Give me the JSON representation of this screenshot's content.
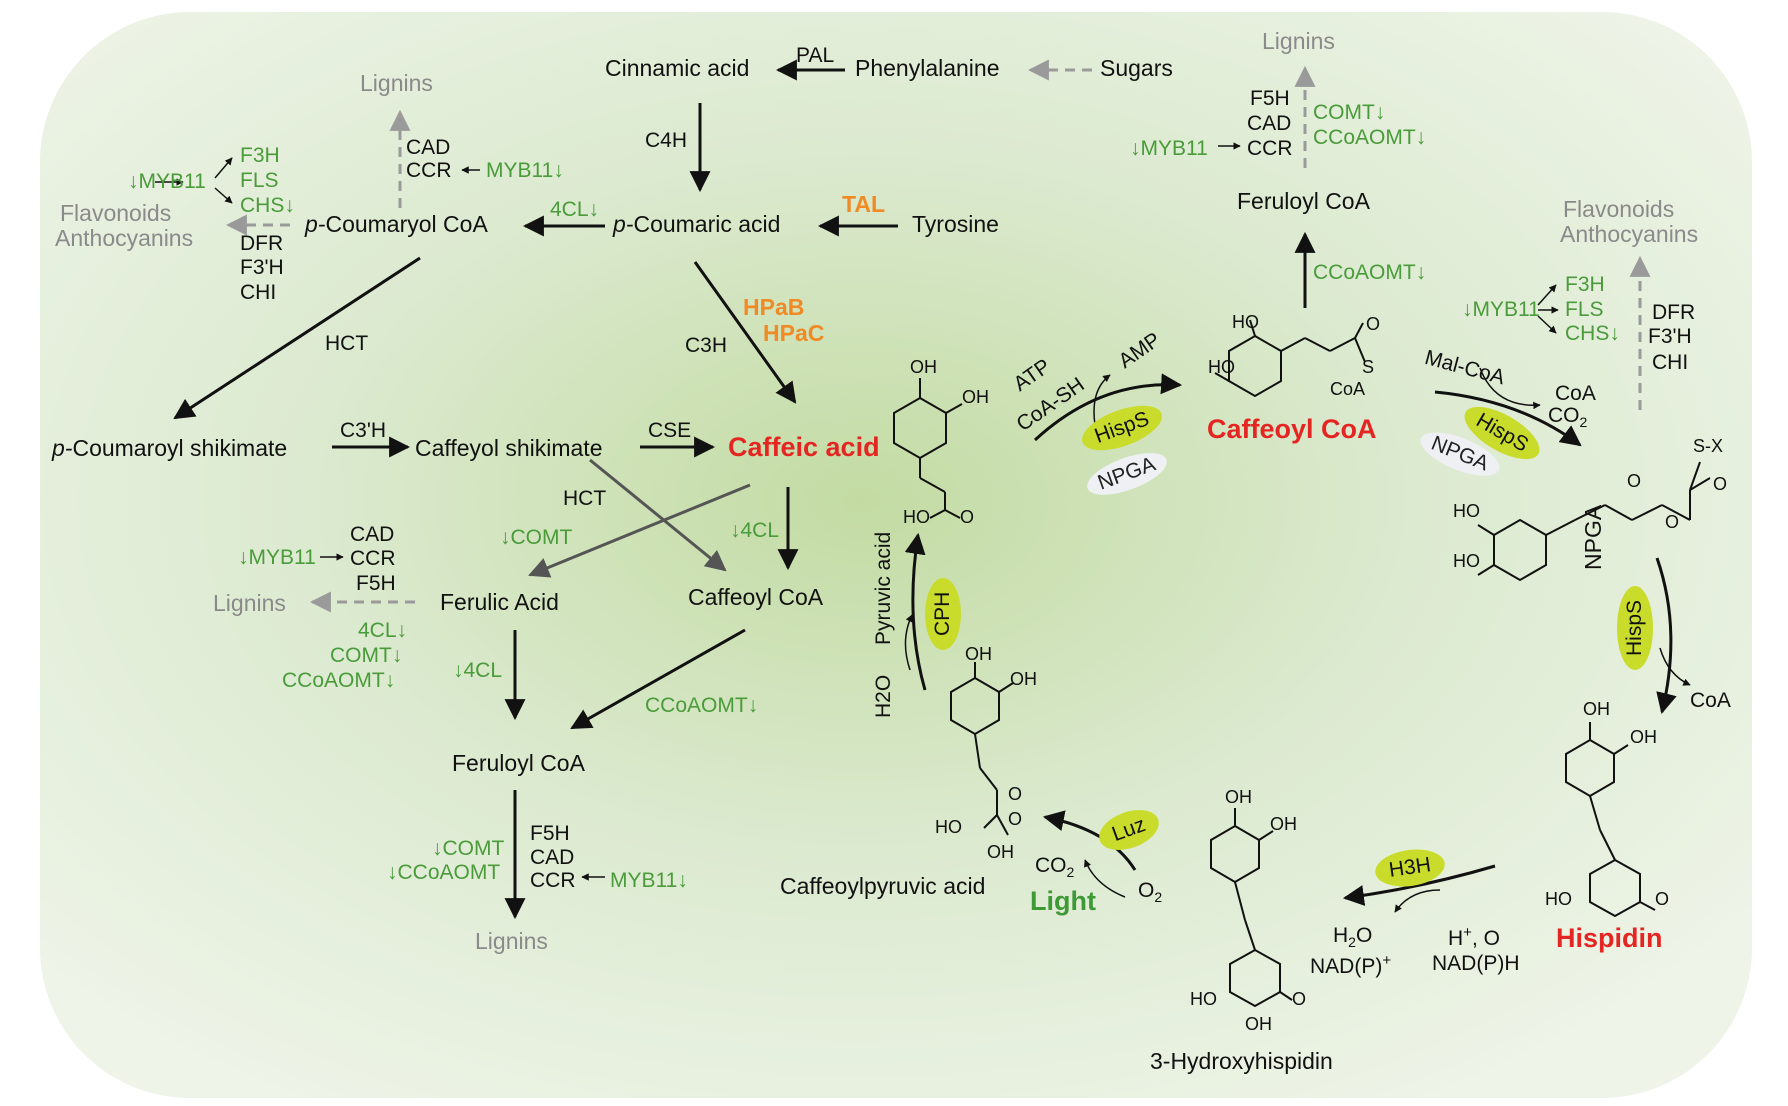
{
  "colors": {
    "accent_green": "#4a9b3a",
    "highlight_red": "#e52521",
    "enzyme_orange": "#f08a24",
    "enzyme_bubble": "#c9dc2c",
    "gray_text": "#8a8a8a",
    "bg_green": "#dbe9c9"
  },
  "nodes": {
    "cinnamic": "Cinnamic acid",
    "phenylalanine": "Phenylalanine",
    "sugars": "Sugars",
    "coumaric_p": "p-",
    "coumaric_rest": "Coumaric acid",
    "tyrosine": "Tyrosine",
    "coumaryl_p": "p-",
    "coumaryl_rest": "Coumaryol CoA",
    "coumaroyl_shik_p": "p-",
    "coumaroyl_shik_rest": "Coumaroyl shikimate",
    "caffeyol_shik": "Caffeyol shikimate",
    "caffeic": "Caffeic acid",
    "ferulic": "Ferulic Acid",
    "caffeoyl_coa_mid": "Caffeoyl CoA",
    "feruloyl_coa_bottom": "Feruloyl CoA",
    "feruloyl_coa_top": "Feruloyl CoA",
    "caffeoyl_coa_main": "Caffeoyl CoA",
    "hispidin": "Hispidin",
    "hydroxyhispidin": "3-Hydroxyhispidin",
    "caffeoylpyruvic": "Caffeoylpyruvic acid",
    "light": "Light",
    "lignins_1": "Lignins",
    "lignins_2": "Lignins",
    "lignins_3": "Lignins",
    "lignins_4": "Lignins",
    "flavonoids_1": "Flavonoids",
    "anthocyanins_1": "Anthocyanins",
    "flavonoids_2": "Flavonoids",
    "anthocyanins_2": "Anthocyanins"
  },
  "enzymes": {
    "pal": "PAL",
    "c4h": "C4H",
    "tal": "TAL",
    "cl4_up": "4CL",
    "hct_1": "HCT",
    "c3h": "C3H",
    "hpab": "HPaB",
    "hpac": "HPaC",
    "c3h_prime": "C3'H",
    "cse": "CSE",
    "hct_2": "HCT",
    "comt_mid": "COMT",
    "cl4_mid": "4CL",
    "cl4_left": "4CL",
    "ccoaomt_mid": "CCoAOMT",
    "ccoaomt_up": "CCoAOMT",
    "hisps_1": "HispS",
    "npga_1": "NPGA",
    "hisps_2": "HispS",
    "npga_2": "NPGA",
    "hisps_3": "HispS",
    "npga_3": "NPGA",
    "h3h": "H3H",
    "luz": "Luz",
    "cph": "CPH"
  },
  "clusters": {
    "left_top": {
      "myb": "MYB11",
      "f3h": "F3H",
      "fls": "FLS",
      "chs": "CHS",
      "dfr": "DFR",
      "f3h2": "F3'H",
      "chi": "CHI"
    },
    "lignin_top_left": {
      "cad": "CAD",
      "ccr": "CCR",
      "myb": "MYB11"
    },
    "lignin_mid_left": {
      "myb": "MYB11",
      "cad": "CAD",
      "ccr": "CCR",
      "f5h": "F5H",
      "cl4": "4CL",
      "comt": "COMT",
      "ccoaomt": "CCoAOMT"
    },
    "lignin_bottom": {
      "comt": "COMT",
      "ccoaomt": "CCoAOMT",
      "f5h": "F5H",
      "cad": "CAD",
      "ccr": "CCR",
      "myb": "MYB11"
    },
    "lignin_top_right": {
      "myb": "MYB11",
      "f5h": "F5H",
      "cad": "CAD",
      "ccr": "CCR",
      "comt": "COMT",
      "ccoaomt": "CCoAOMT"
    },
    "right_flav": {
      "myb": "MYB11",
      "f3h": "F3H",
      "fls": "FLS",
      "chs": "CHS",
      "dfr": "DFR",
      "f3h2": "F3'H",
      "chi": "CHI"
    }
  },
  "cofactors": {
    "atp": "ATP",
    "coash": "CoA-SH",
    "amp": "AMP",
    "malcoa": "Mal-CoA",
    "coa_1": "CoA",
    "co2_1": "CO",
    "co2_1_sub": "2",
    "coa_2": "CoA",
    "h2o_a": "H",
    "h2o_a_sub": "2",
    "h2o_a_rest": "O",
    "nadp_plus": "NAD(P)",
    "nadp_plus_sup": "+",
    "hplus": "H",
    "hplus_sup": "+",
    "o_after": ", O",
    "nadph": "NAD(P)H",
    "co2_2": "CO",
    "co2_2_sub": "2",
    "o2": "O",
    "o2_sub": "2",
    "h2o_b": "H2O",
    "pyruvic": "Pyruvic acid"
  },
  "atoms": {
    "oh": "OH",
    "ho": "HO",
    "o": "O",
    "s": "S",
    "sx": "S-X",
    "coa": "CoA"
  },
  "arrow_glyph": "↓",
  "small_arrow": "→"
}
